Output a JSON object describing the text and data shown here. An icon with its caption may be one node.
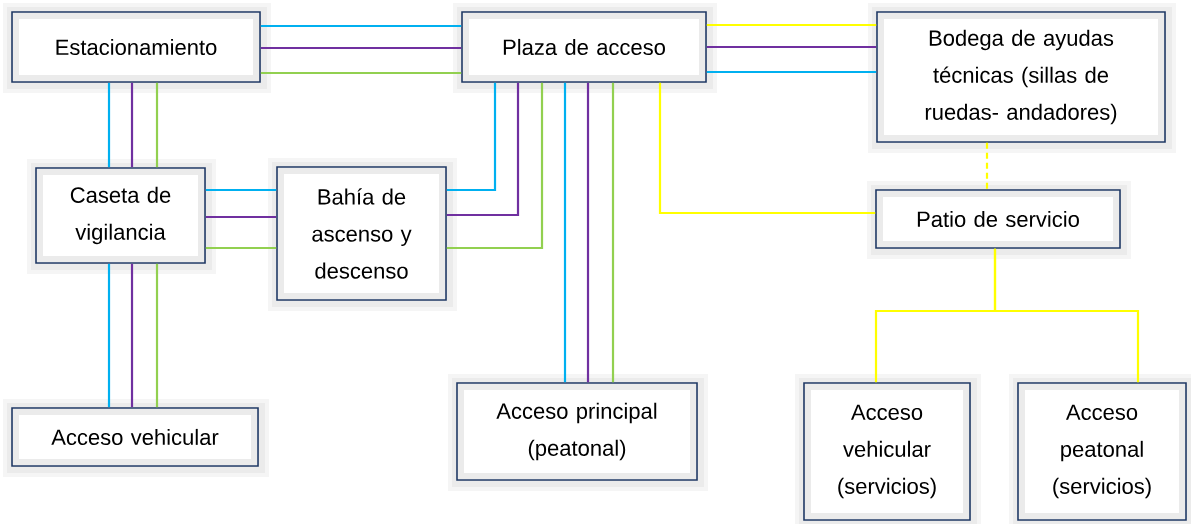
{
  "diagram": {
    "nodes": [
      {
        "text": [
          "Estacionamiento"
        ]
      },
      {
        "text": [
          "Plaza de acceso"
        ]
      },
      {
        "text": [
          "Bodega de ayudas técnicas (sillas de ruedas- andadores)"
        ]
      },
      {
        "text": [
          "Caseta de vigilancia"
        ]
      },
      {
        "text": [
          "Bahía de ascenso y descenso"
        ]
      },
      {
        "text": [
          "Patio de  servicio"
        ]
      },
      {
        "text": [
          "Acceso vehicular"
        ]
      },
      {
        "text": [
          "Acceso principal (peatonal)"
        ]
      },
      {
        "text": [
          "Acceso vehicular (servicios)"
        ]
      },
      {
        "text": [
          "Acceso peatonal (servicios)"
        ]
      }
    ],
    "edges": [
      {
        "from": 0,
        "to": 1,
        "arrow": "none",
        "color": "#00b0f0"
      },
      {
        "from": 0,
        "to": 1,
        "arrow": "none",
        "color": "#7030a0"
      },
      {
        "from": 0,
        "to": 1,
        "arrow": "none",
        "color": "#92d050"
      },
      {
        "from": 0,
        "to": 3,
        "arrow": "none",
        "color": "#00b0f0"
      },
      {
        "from": 0,
        "to": 3,
        "arrow": "none",
        "color": "#7030a0"
      },
      {
        "from": 0,
        "to": 3,
        "arrow": "none",
        "color": "#92d050"
      },
      {
        "from": 3,
        "to": 4,
        "arrow": "none",
        "color": "#00b0f0"
      },
      {
        "from": 3,
        "to": 4,
        "arrow": "none",
        "color": "#7030a0"
      },
      {
        "from": 3,
        "to": 4,
        "arrow": "none",
        "color": "#92d050"
      },
      {
        "from": 4,
        "to": 1,
        "arrow": "none",
        "color": "#00b0f0"
      },
      {
        "from": 4,
        "to": 1,
        "arrow": "none",
        "color": "#7030a0"
      },
      {
        "from": 4,
        "to": 1,
        "arrow": "none",
        "color": "#92d050"
      },
      {
        "from": 3,
        "to": 6,
        "arrow": "none",
        "color": "#00b0f0"
      },
      {
        "from": 3,
        "to": 6,
        "arrow": "none",
        "color": "#7030a0"
      },
      {
        "from": 3,
        "to": 6,
        "arrow": "none",
        "color": "#92d050"
      },
      {
        "from": 1,
        "to": 7,
        "arrow": "none",
        "color": "#00b0f0"
      },
      {
        "from": 1,
        "to": 7,
        "arrow": "none",
        "color": "#7030a0"
      },
      {
        "from": 1,
        "to": 7,
        "arrow": "none",
        "color": "#92d050"
      },
      {
        "from": 1,
        "to": 2,
        "arrow": "none",
        "color": "#ffff00"
      },
      {
        "from": 1,
        "to": 2,
        "arrow": "none",
        "color": "#7030a0"
      },
      {
        "from": 1,
        "to": 2,
        "arrow": "none",
        "color": "#00b0f0"
      },
      {
        "from": 1,
        "to": 5,
        "arrow": "none",
        "color": "#ffff00"
      },
      {
        "from": 2,
        "to": 5,
        "arrow": "none",
        "style": "dashed",
        "color": "#ffff00"
      },
      {
        "from": 5,
        "to": 8,
        "arrow": "none",
        "color": "#ffff00"
      },
      {
        "from": 5,
        "to": 9,
        "arrow": "none",
        "color": "#ffff00"
      }
    ]
  }
}
